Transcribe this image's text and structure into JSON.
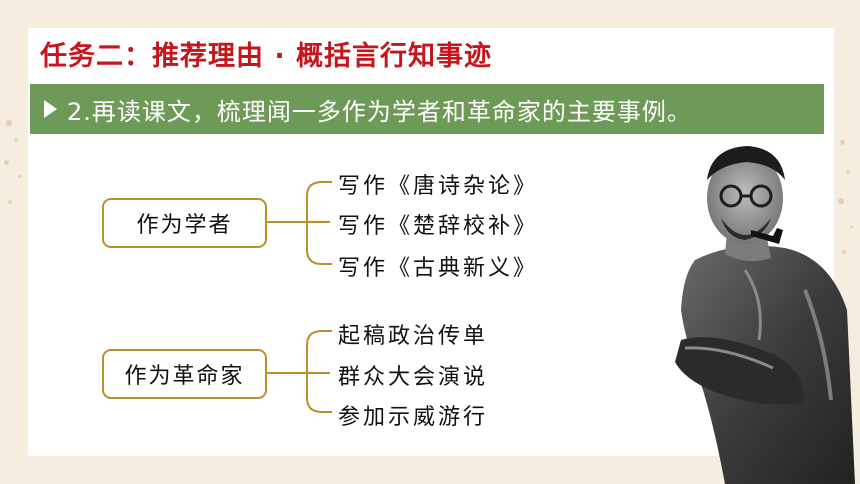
{
  "slide": {
    "title": "任务二：推荐理由 · 概括言行知事迹",
    "banner": "2.再读课文，梳理闻一多作为学者和革命家的主要事例。"
  },
  "groups": [
    {
      "label": "作为学者",
      "items": [
        "写作《唐诗杂论》",
        "写作《楚辞校补》",
        "写作《古典新义》"
      ]
    },
    {
      "label": "作为革命家",
      "items": [
        "起稿政治传单",
        "群众大会演说",
        "参加示威游行"
      ]
    }
  ],
  "colors": {
    "title": "#c4161c",
    "banner": "#6e9a58",
    "box_border": "#b8912b"
  }
}
